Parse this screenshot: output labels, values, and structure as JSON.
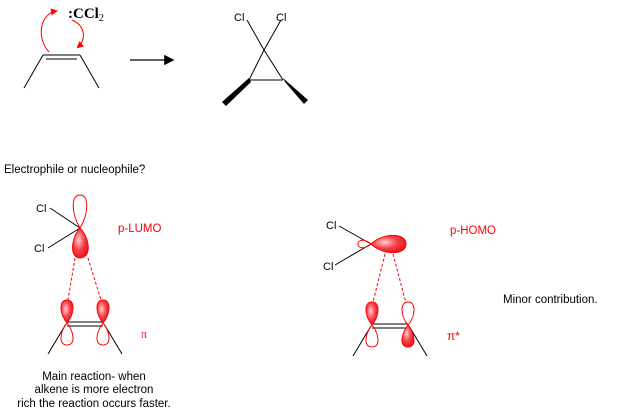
{
  "reaction": {
    "reagent": ":CCl",
    "reagent_subscript": "2",
    "product_cl_left": "Cl",
    "product_cl_right": "Cl"
  },
  "question": "Electrophile or nucleophile?",
  "left_panel": {
    "cl_top": "Cl",
    "cl_bottom": "Cl",
    "orbital_label": "p-LUMO",
    "alkene_orbital_label": "π",
    "caption": [
      "Main reaction- when",
      "alkene is more electron",
      "rich the reaction occurs faster."
    ]
  },
  "right_panel": {
    "cl_top": "Cl",
    "cl_bottom": "Cl",
    "orbital_label": "p-HOMO",
    "alkene_orbital_label": "π*",
    "caption": "Minor contribution."
  },
  "colors": {
    "accent": "#ff0000",
    "lobe_fill": "#f0303a",
    "line": "#000000"
  }
}
